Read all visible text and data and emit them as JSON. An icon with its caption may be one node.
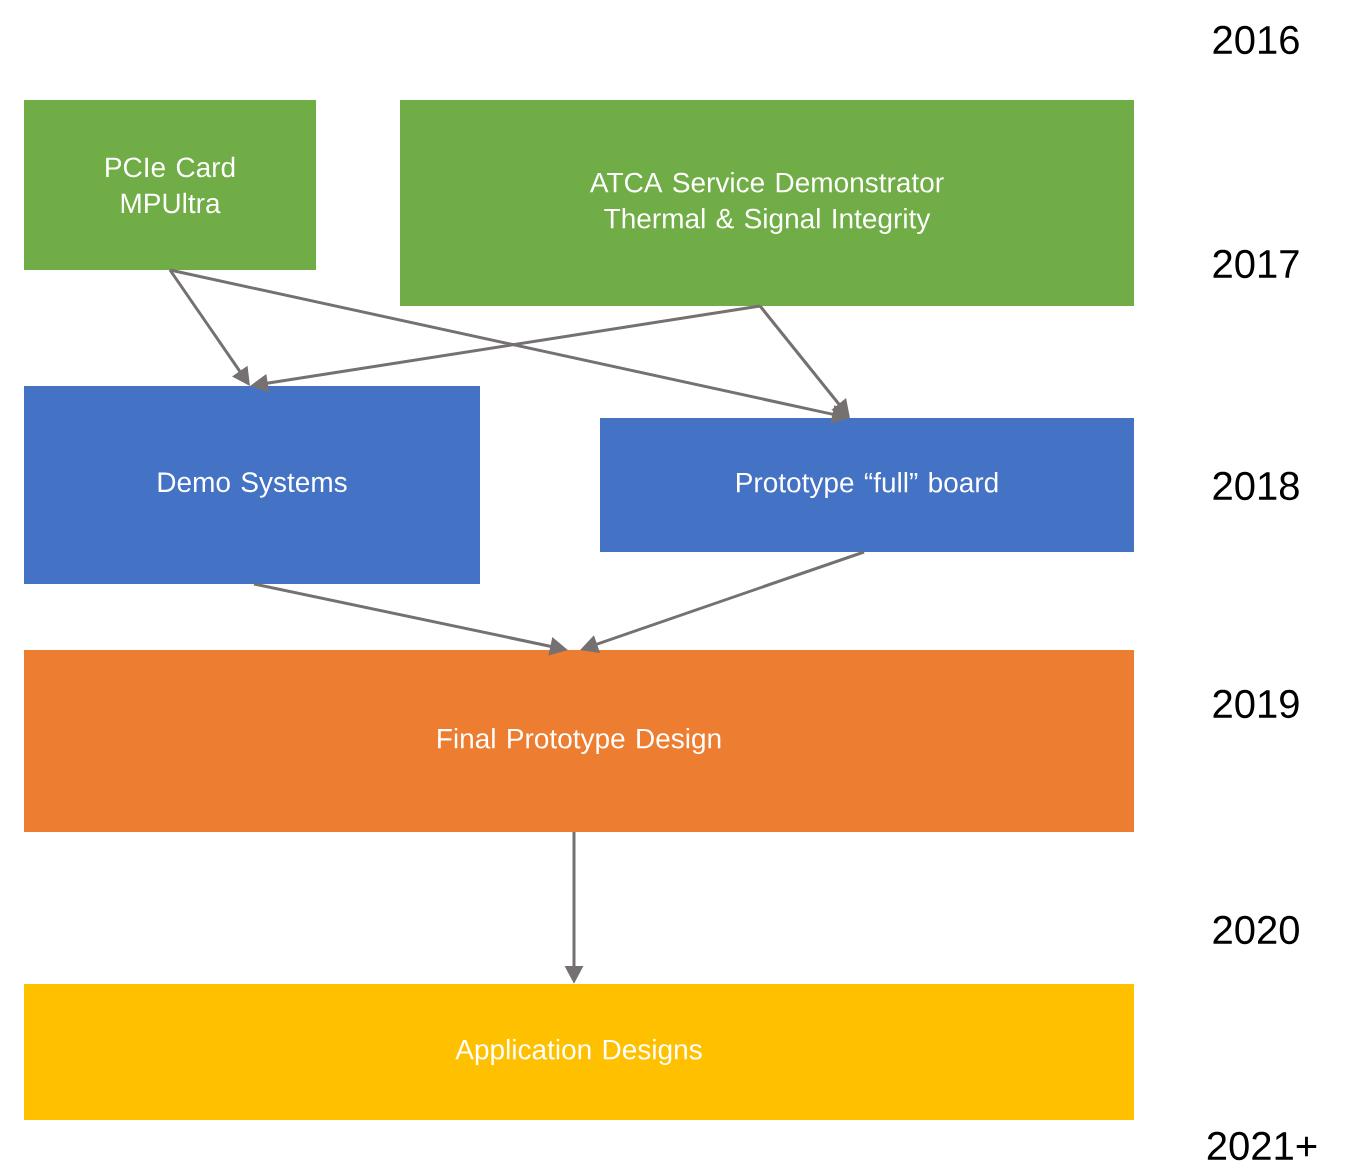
{
  "diagram": {
    "nodes": [
      {
        "text": [
          "PCIe Card MPUltra"
        ]
      },
      {
        "text": [
          "ATCA Service Demonstrator Thermal & Signal Integrity"
        ]
      },
      {
        "text": [
          "Demo Systems"
        ]
      },
      {
        "text": [
          "Prototype “full” board"
        ]
      },
      {
        "text": [
          "Final Prototype Design"
        ]
      },
      {
        "text": [
          "Application Designs"
        ]
      }
    ],
    "edges": [
      {
        "from": 0,
        "to": 2,
        "arrow": "to"
      },
      {
        "from": 0,
        "to": 3,
        "arrow": "to"
      },
      {
        "from": 1,
        "to": 2,
        "arrow": "to"
      },
      {
        "from": 1,
        "to": 3,
        "arrow": "to"
      },
      {
        "from": 2,
        "to": 4,
        "arrow": "to"
      },
      {
        "from": 3,
        "to": 4,
        "arrow": "to"
      },
      {
        "from": 4,
        "to": 5,
        "arrow": "to"
      }
    ],
    "labels": [
      "2016",
      "2017",
      "2018",
      "2019",
      "2020",
      "2021+"
    ]
  }
}
